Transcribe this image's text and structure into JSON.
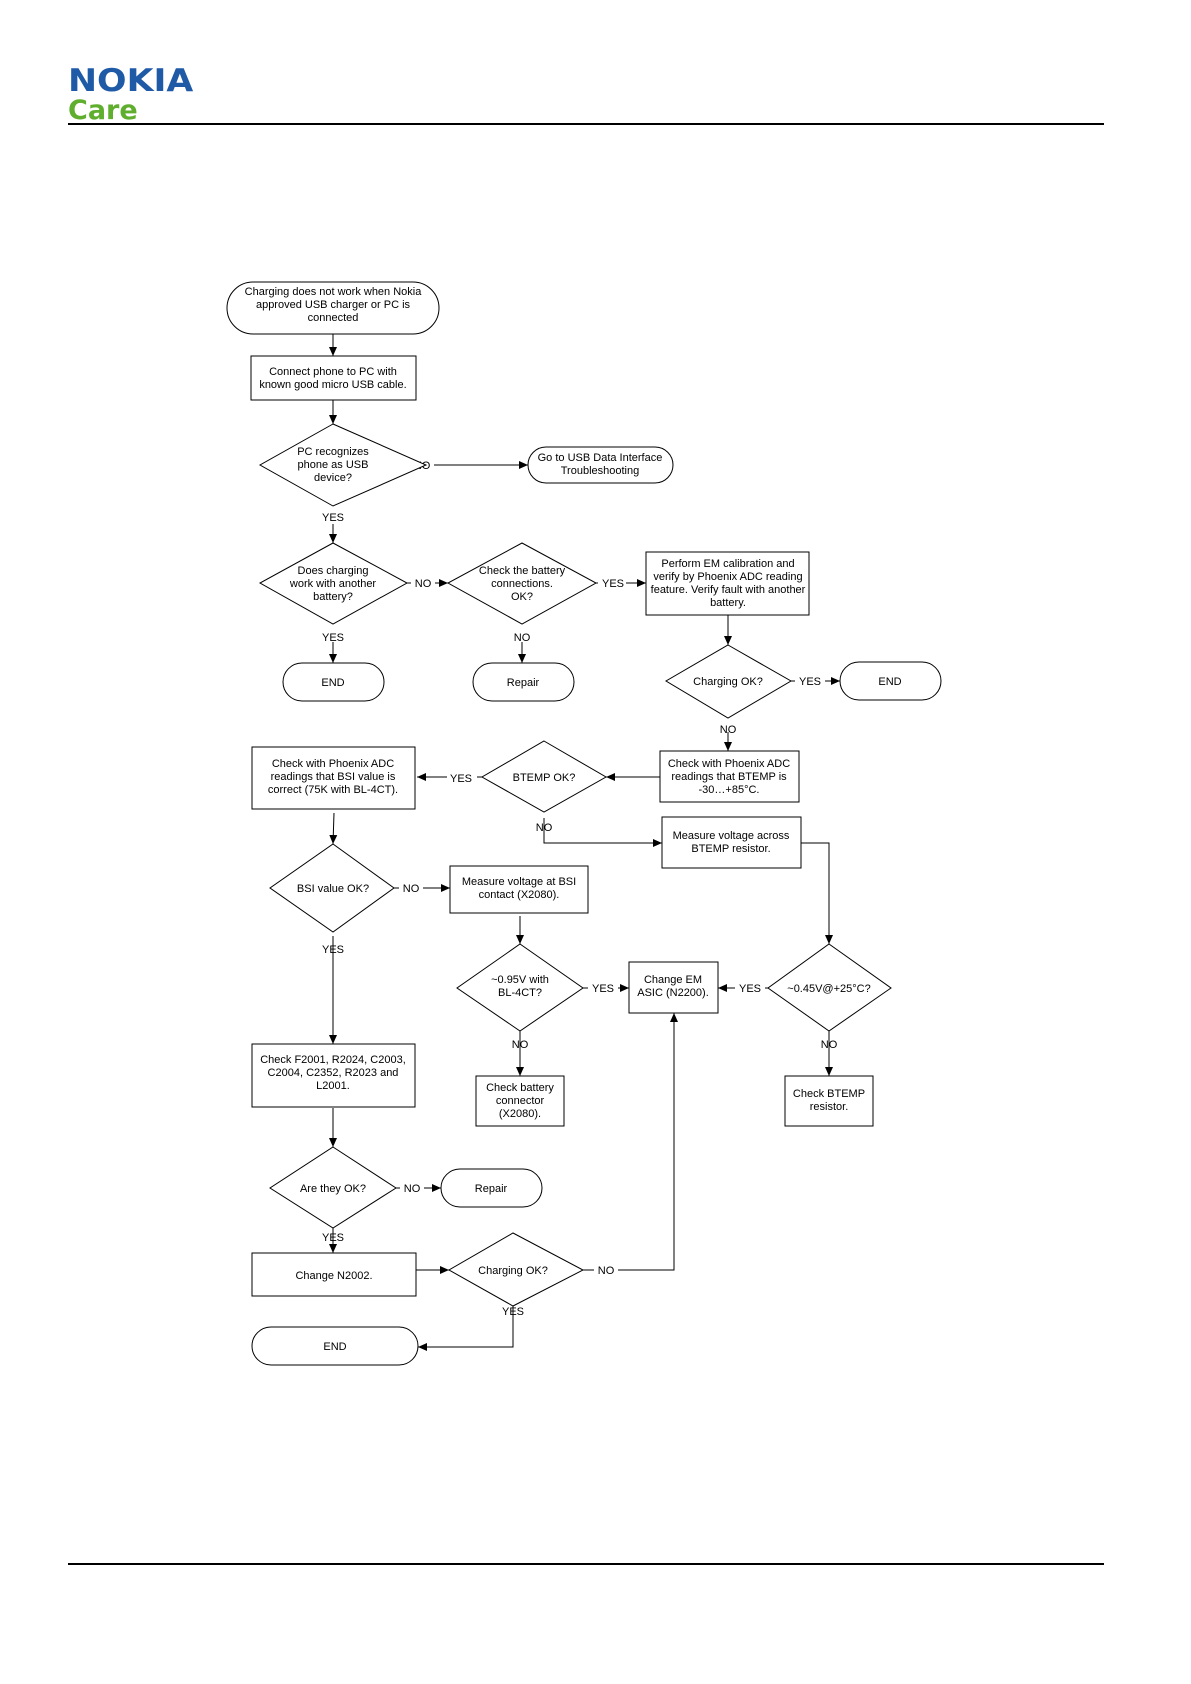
{
  "header": {
    "brand": "NOKIA",
    "sub_brand": "Care"
  },
  "flowchart": {
    "start": [
      "Charging does not work when Nokia",
      "approved USB charger or PC is",
      "connected"
    ],
    "connect_pc": [
      "Connect phone to PC with",
      "known good micro USB cable."
    ],
    "pc_recognizes": [
      "PC recognizes",
      "phone as USB",
      "device?"
    ],
    "usb_data": [
      "Go to USB Data Interface",
      "Troubleshooting"
    ],
    "another_battery": [
      "Does charging",
      "work with another",
      "battery?"
    ],
    "check_battery_conn": [
      "Check the battery",
      "connections.",
      "OK?"
    ],
    "em_calibration": [
      "Perform EM calibration and",
      "verify by Phoenix  ADC reading",
      "feature. Verify fault with another",
      "battery."
    ],
    "end_1": [
      "END"
    ],
    "repair_1": [
      "Repair"
    ],
    "charging_ok_1": [
      "Charging OK?"
    ],
    "end_2": [
      "END"
    ],
    "check_btemp_adc": [
      "Check with Phoenix ADC",
      "readings that BTEMP is",
      "-30…+85°C."
    ],
    "btemp_ok": [
      "BTEMP OK?"
    ],
    "check_bsi_adc": [
      "Check with Phoenix ADC",
      "readings that BSI value is",
      "correct (75K with BL-4CT)."
    ],
    "measure_btemp": [
      "Measure voltage across",
      "BTEMP resistor."
    ],
    "bsi_ok": [
      "BSI value OK?"
    ],
    "measure_bsi": [
      "Measure voltage at BSI",
      "contact (X2080)."
    ],
    "v095": [
      "~0.95V with",
      "BL-4CT?"
    ],
    "change_em": [
      "Change EM",
      "ASIC (N2200)."
    ],
    "v045": [
      "~0.45V@+25°C?"
    ],
    "check_components": [
      "Check F2001, R2024, C2003,",
      "C2004, C2352, R2023 and",
      "L2001."
    ],
    "check_battery_connector": [
      "Check battery",
      "connector",
      "(X2080)."
    ],
    "check_btemp_resistor": [
      "Check BTEMP",
      "resistor."
    ],
    "are_they_ok": [
      "Are they OK?"
    ],
    "repair_2": [
      "Repair"
    ],
    "change_n2002": [
      "Change N2002."
    ],
    "charging_ok_2": [
      "Charging OK?"
    ],
    "end_3": [
      "END"
    ],
    "labels": {
      "yes": "YES",
      "no": "NO"
    }
  }
}
